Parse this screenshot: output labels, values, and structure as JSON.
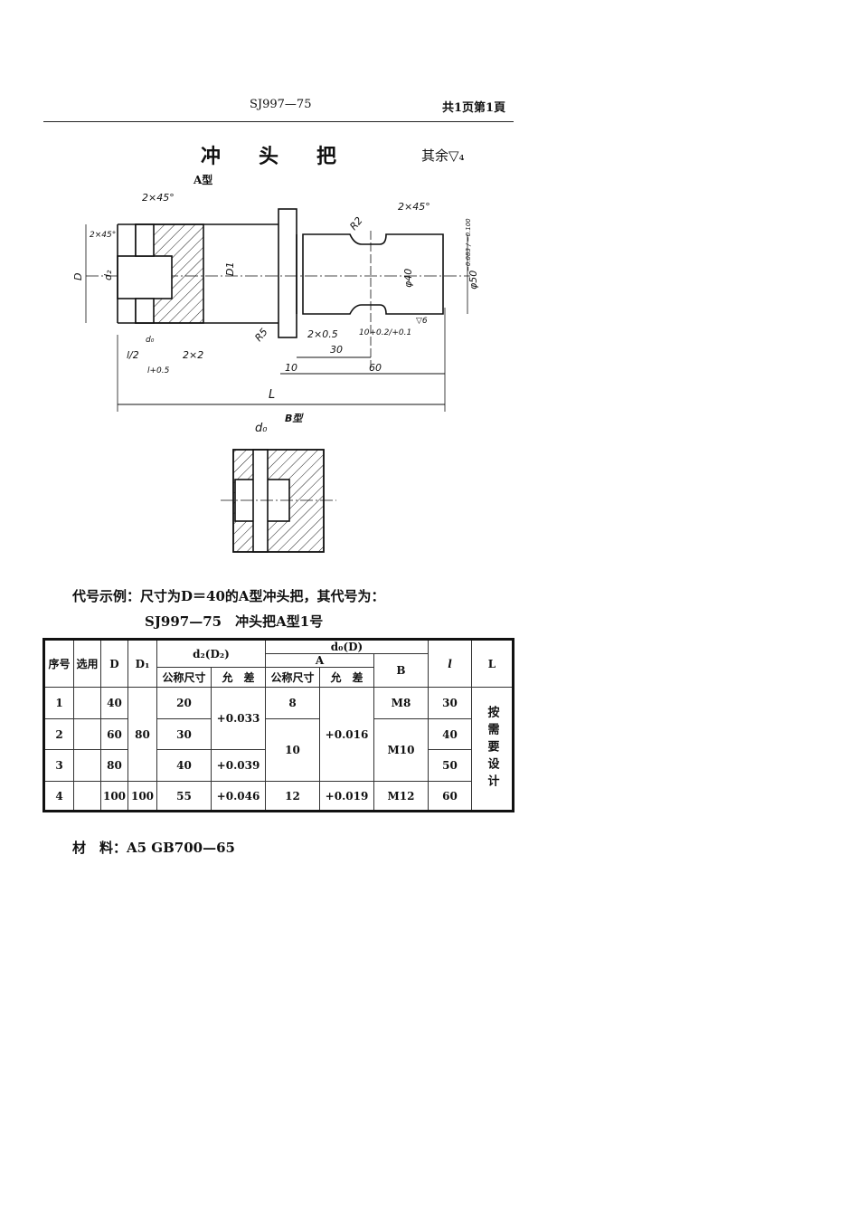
{
  "header": {
    "code": "SJ997—75",
    "page_info": "共1页第1頁"
  },
  "title": "冲头把",
  "roughness_note": "其余▽₄",
  "drawing": {
    "type_a_label": "A型",
    "type_b_label": "B型",
    "dims": {
      "chamfer": "2×45°",
      "D": "D",
      "d2": "d₂",
      "D1": "D1",
      "R2": "R2",
      "R5": "R5",
      "phi40": "φ40",
      "phi50": "φ50",
      "phi50_tol": "−0.083 / −0.100",
      "d0": "d₀",
      "l_half": "l/2",
      "l": "l+0.5",
      "groove": "2×2",
      "neck": "2×0.5",
      "len30": "30",
      "len60": "60",
      "len10": "10",
      "groove10": "10+0.2/+0.1",
      "L": "L",
      "rough6": "▽6"
    }
  },
  "example": {
    "line1": "代号示例：尺寸为D＝40的A型冲头把，其代号为：",
    "line2": "SJ997—75　冲头把A型1号"
  },
  "table": {
    "headers": {
      "no": "序号",
      "select": "选用",
      "D": "D",
      "D1": "D₁",
      "d2": "d₂(D₂)",
      "d0": "d₀(D)",
      "A": "A",
      "B": "B",
      "nominal": "公称尺寸",
      "tolerance": "允　差",
      "l": "l",
      "L": "L"
    },
    "rows": [
      {
        "no": "1",
        "D": "40",
        "d2": "20",
        "d0A": "8",
        "l": "30"
      },
      {
        "no": "2",
        "D": "60",
        "d2": "30",
        "l": "40"
      },
      {
        "no": "3",
        "D": "80",
        "d2": "40",
        "d2_tol": "+0.039",
        "l": "50"
      },
      {
        "no": "4",
        "D": "100",
        "D1": "100",
        "d2": "55",
        "d2_tol": "+0.046",
        "d0A": "12",
        "d0A_tol": "+0.019",
        "B": "M12",
        "l": "60"
      }
    ],
    "merged": {
      "D1_rows123": "80",
      "d2_tol_rows12": "+0.033",
      "d0A_rows23": "10",
      "d0A_tol_rows123": "+0.016",
      "B_row1": "M8",
      "B_rows23": "M10",
      "L_all": "按需要设计"
    }
  },
  "material": "材　料：A5 GB700—65"
}
